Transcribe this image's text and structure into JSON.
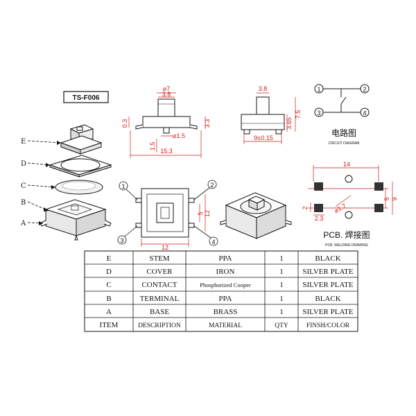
{
  "title_box": "TS-F006",
  "part_letters": [
    "E",
    "D",
    "C",
    "B",
    "A"
  ],
  "top_view": {
    "d_stem": "⌀7",
    "w_stem": "3.8",
    "d_pin": "⌀1.5",
    "h_left": "0.3",
    "h_right": "3.3",
    "h_pin": "1.5",
    "w_body": "15.3"
  },
  "side_view": {
    "w_stem": "3.8",
    "h_body": "3.65",
    "h_total": "7.5",
    "w_body": "9±0.15"
  },
  "circuit": {
    "title": "电路图",
    "subtitle": "CIRCUIT DIAGRAM",
    "pins": [
      "1",
      "2",
      "3",
      "4"
    ]
  },
  "front_view": {
    "pins": [
      "1",
      "2",
      "3",
      "4"
    ],
    "w": "12",
    "h1": "5",
    "h2": "12"
  },
  "pcb": {
    "w": "14",
    "h": "5",
    "h2": "9",
    "pad": "2",
    "hole": "⌀1.7",
    "pad_w": "2.3",
    "title": "PCB. 焊接图",
    "subtitle": "PCB. WELDING DRAWING"
  },
  "table": {
    "rows": [
      {
        "item": "E",
        "desc": "STEM",
        "mat": "PPA",
        "qty": "1",
        "finish": "BLACK"
      },
      {
        "item": "D",
        "desc": "COVER",
        "mat": "IRON",
        "qty": "1",
        "finish": "SILVER PLATE"
      },
      {
        "item": "C",
        "desc": "CONTACT",
        "mat": "Phosphorized Cooper",
        "qty": "1",
        "finish": "SILVER PLATE"
      },
      {
        "item": "B",
        "desc": "TERMINAL",
        "mat": "PPA",
        "qty": "1",
        "finish": "BLACK"
      },
      {
        "item": "A",
        "desc": "BASE",
        "mat": "BRASS",
        "qty": "1",
        "finish": "SILVER PLATE"
      }
    ],
    "header": {
      "item": "ITEM",
      "desc": "DESCRIPTION",
      "mat": "MATERIAL",
      "qty": "QTY",
      "finish": "FINSH/COLOR"
    }
  },
  "colors": {
    "dimension": "#d01818",
    "line": "#111111"
  }
}
